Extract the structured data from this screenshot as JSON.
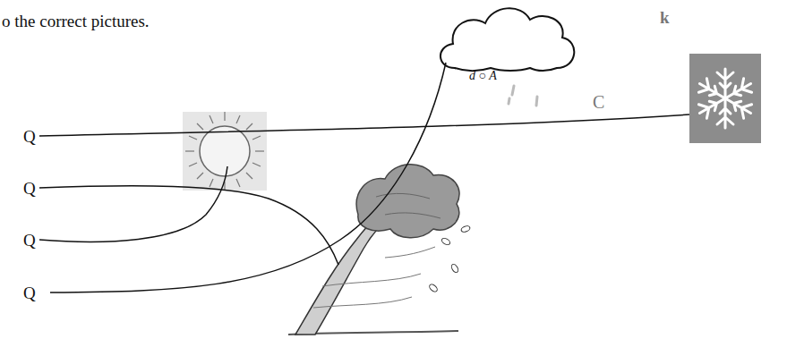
{
  "diagram": {
    "labels": [
      "o the correct pictures.",
      "Q",
      "Q",
      "Q",
      "Q",
      "d ○ A",
      "k",
      "C"
    ]
  }
}
